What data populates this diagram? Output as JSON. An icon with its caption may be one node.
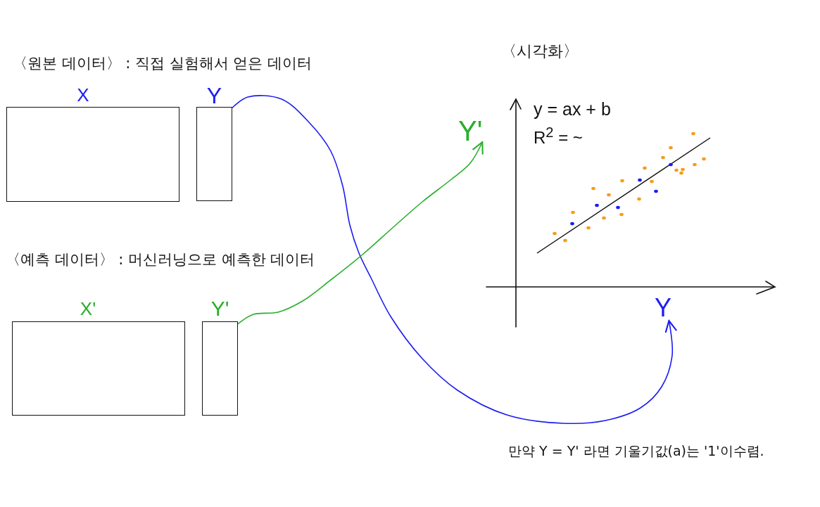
{
  "diagram": {
    "nodes": [
      {
        "text": [
          "X"
        ]
      },
      {
        "text": [
          "Y"
        ]
      },
      {
        "text": [
          "X'"
        ]
      },
      {
        "text": [
          "Y'"
        ]
      },
      {
        "text": [
          "Y'"
        ]
      },
      {
        "text": [
          "Y"
        ]
      }
    ],
    "edges": [
      {
        "from": 1,
        "to": 5,
        "arrow": "to",
        "color": "#1c1cf5"
      },
      {
        "from": 3,
        "to": 4,
        "arrow": "to",
        "color": "#2aae2a"
      }
    ],
    "labels": [
      "〈원본 데이터〉 : 직접 실험해서 얻은 데이터",
      "〈시각화〉",
      "y = ax + b",
      "R$^{2}$ = ~",
      "〈예측 데이터〉 : 머신러닝으로 예측한 데이터",
      "만약 Y = Y' 라면 기울기값(a)는 '1'이수렴."
    ]
  }
}
